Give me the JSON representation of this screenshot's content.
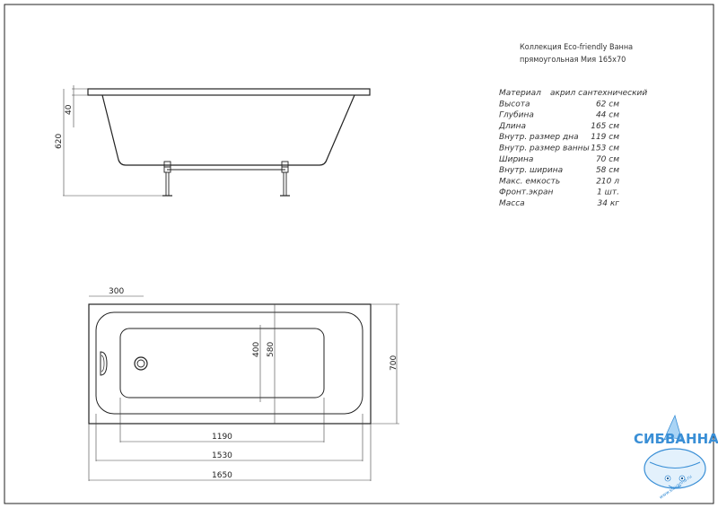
{
  "title": {
    "line1": "Коллекция Eco-friendly Ванна",
    "line2": "прямоугольная  Мия 165х70"
  },
  "specs": [
    {
      "label": "Материал",
      "value": "акрил сантехнический"
    },
    {
      "label": "Высота",
      "value": "62 см"
    },
    {
      "label": "Глубина",
      "value": "44 см"
    },
    {
      "label": "Длина",
      "value": "165 см"
    },
    {
      "label": "Внутр. размер дна",
      "value": "119 см"
    },
    {
      "label": "Внутр. размер ванны",
      "value": "153 см"
    },
    {
      "label": "Ширина",
      "value": "70 см"
    },
    {
      "label": "Внутр. ширина",
      "value": "58 см"
    },
    {
      "label": "Макс. емкость",
      "value": "210 л"
    },
    {
      "label": "Фронт.экран",
      "value": "1 шт."
    },
    {
      "label": "Масса",
      "value": "34 кг"
    }
  ],
  "side_view": {
    "dim_rim": "40",
    "dim_height": "620"
  },
  "top_view": {
    "dim_300": "300",
    "dim_400": "400",
    "dim_580": "580",
    "dim_700": "700",
    "dim_1190": "1190",
    "dim_1530": "1530",
    "dim_1650": "1650"
  },
  "logo": {
    "name": "СИБВАННА",
    "url": "www.sibvanna.ru",
    "brand_color": "#3a8fd6"
  }
}
